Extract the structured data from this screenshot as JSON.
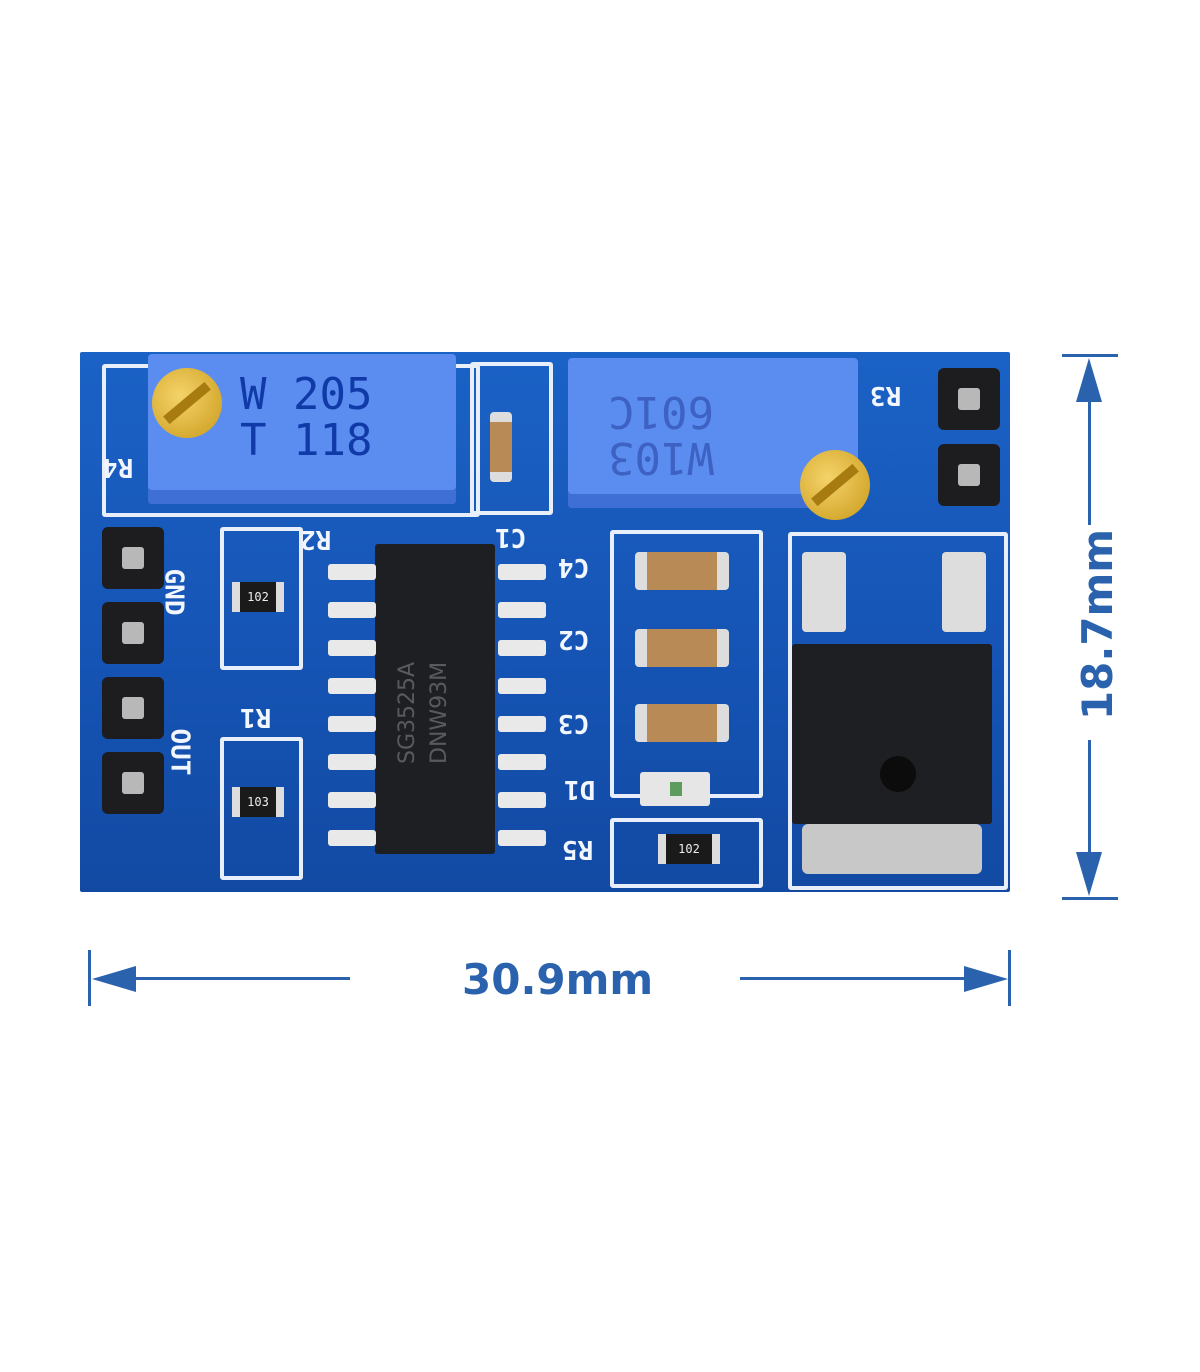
{
  "board": {
    "color": "#1a5cc0",
    "silkscreen": {
      "r4": "R4",
      "r2": "R2",
      "r1": "R1",
      "r3": "R3",
      "r5": "R5",
      "c1": "C1",
      "c2": "C2",
      "c3": "C3",
      "c4": "C4",
      "d1": "D1",
      "gnd": "GND",
      "out": "OUT"
    },
    "pot_left": {
      "line1": "W 205",
      "line2": "T 118"
    },
    "pot_right": {
      "line1": "601C",
      "line2": "W103"
    },
    "ic": {
      "line1": "SG3525A",
      "line2": "DNW93M"
    },
    "resistors": {
      "r2_code": "102",
      "r1_code": "103",
      "r5_code": "102"
    }
  },
  "dimensions": {
    "width": "30.9mm",
    "height": "18.7mm",
    "color": "#2a62ae"
  }
}
